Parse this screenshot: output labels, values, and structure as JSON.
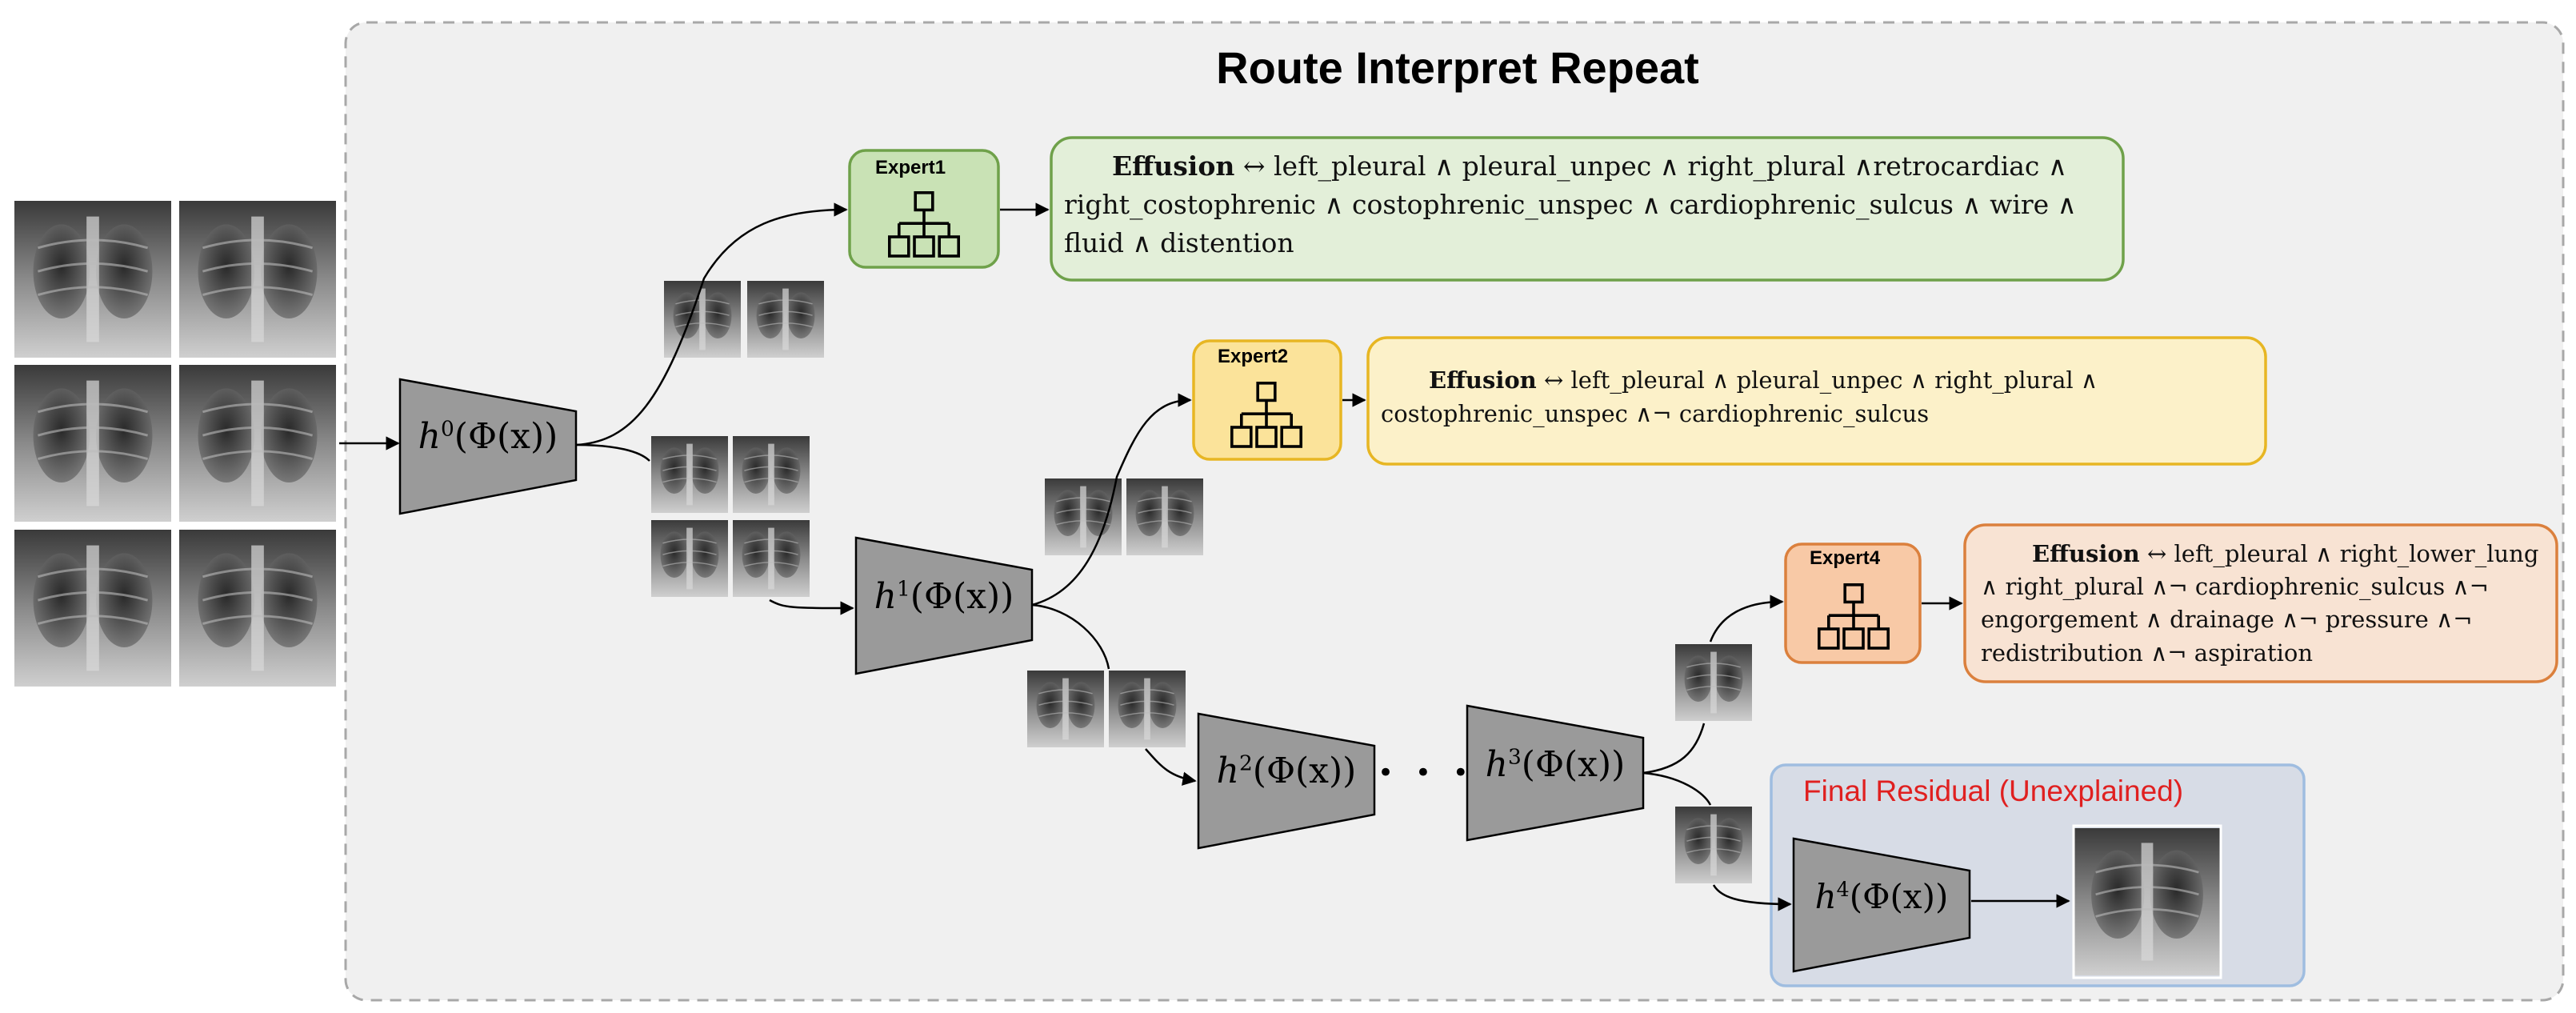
{
  "title": "Route Interpret Repeat",
  "experts": [
    {
      "label": "Expert1",
      "term": "Effusion",
      "rule": " ↔ left_pleural ∧ pleural_unpec ∧ right_plural ∧retrocardiac ∧ right_costophrenic ∧ costophrenic_unspec ∧ cardiophrenic_sulcus ∧ wire ∧ fluid ∧ distention"
    },
    {
      "label": "Expert2",
      "term": "Effusion",
      "rule": " ↔ left_pleural ∧ pleural_unpec ∧ right_plural ∧ costophrenic_unspec ∧¬ cardiophrenic_sulcus"
    },
    {
      "label": "Expert4",
      "term": "Effusion",
      "rule": " ↔ left_pleural ∧ right_lower_lung ∧ right_plural ∧¬ cardiophrenic_sulcus ∧¬ engorgement ∧ drainage ∧¬ pressure ∧¬ redistribution ∧¬ aspiration"
    }
  ],
  "selectors": [
    {
      "fn": "h",
      "index": "0",
      "arg": "(Φ(x))"
    },
    {
      "fn": "h",
      "index": "1",
      "arg": "(Φ(x))"
    },
    {
      "fn": "h",
      "index": "2",
      "arg": "(Φ(x))"
    },
    {
      "fn": "h",
      "index": "3",
      "arg": "(Φ(x))"
    },
    {
      "fn": "h",
      "index": "4",
      "arg": "(Φ(x))"
    }
  ],
  "ellipsis": "• • •",
  "residual_title": "Final Residual (Unexplained)",
  "colors": {
    "panel_bg": "#f0f0f0",
    "expert1_fill": "#c9e2b5",
    "expert1_stroke": "#6fa14a",
    "expert2_fill": "#fbe39a",
    "expert2_stroke": "#e7b623",
    "expert4_fill": "#f8c9a6",
    "expert4_stroke": "#db803d",
    "residual_fill": "#d7dce6",
    "residual_stroke": "#9fbde0",
    "selector_fill": "#9a9a9a",
    "residual_title": "#e02020"
  },
  "icons": [
    "tree-icon",
    "xray-image"
  ]
}
